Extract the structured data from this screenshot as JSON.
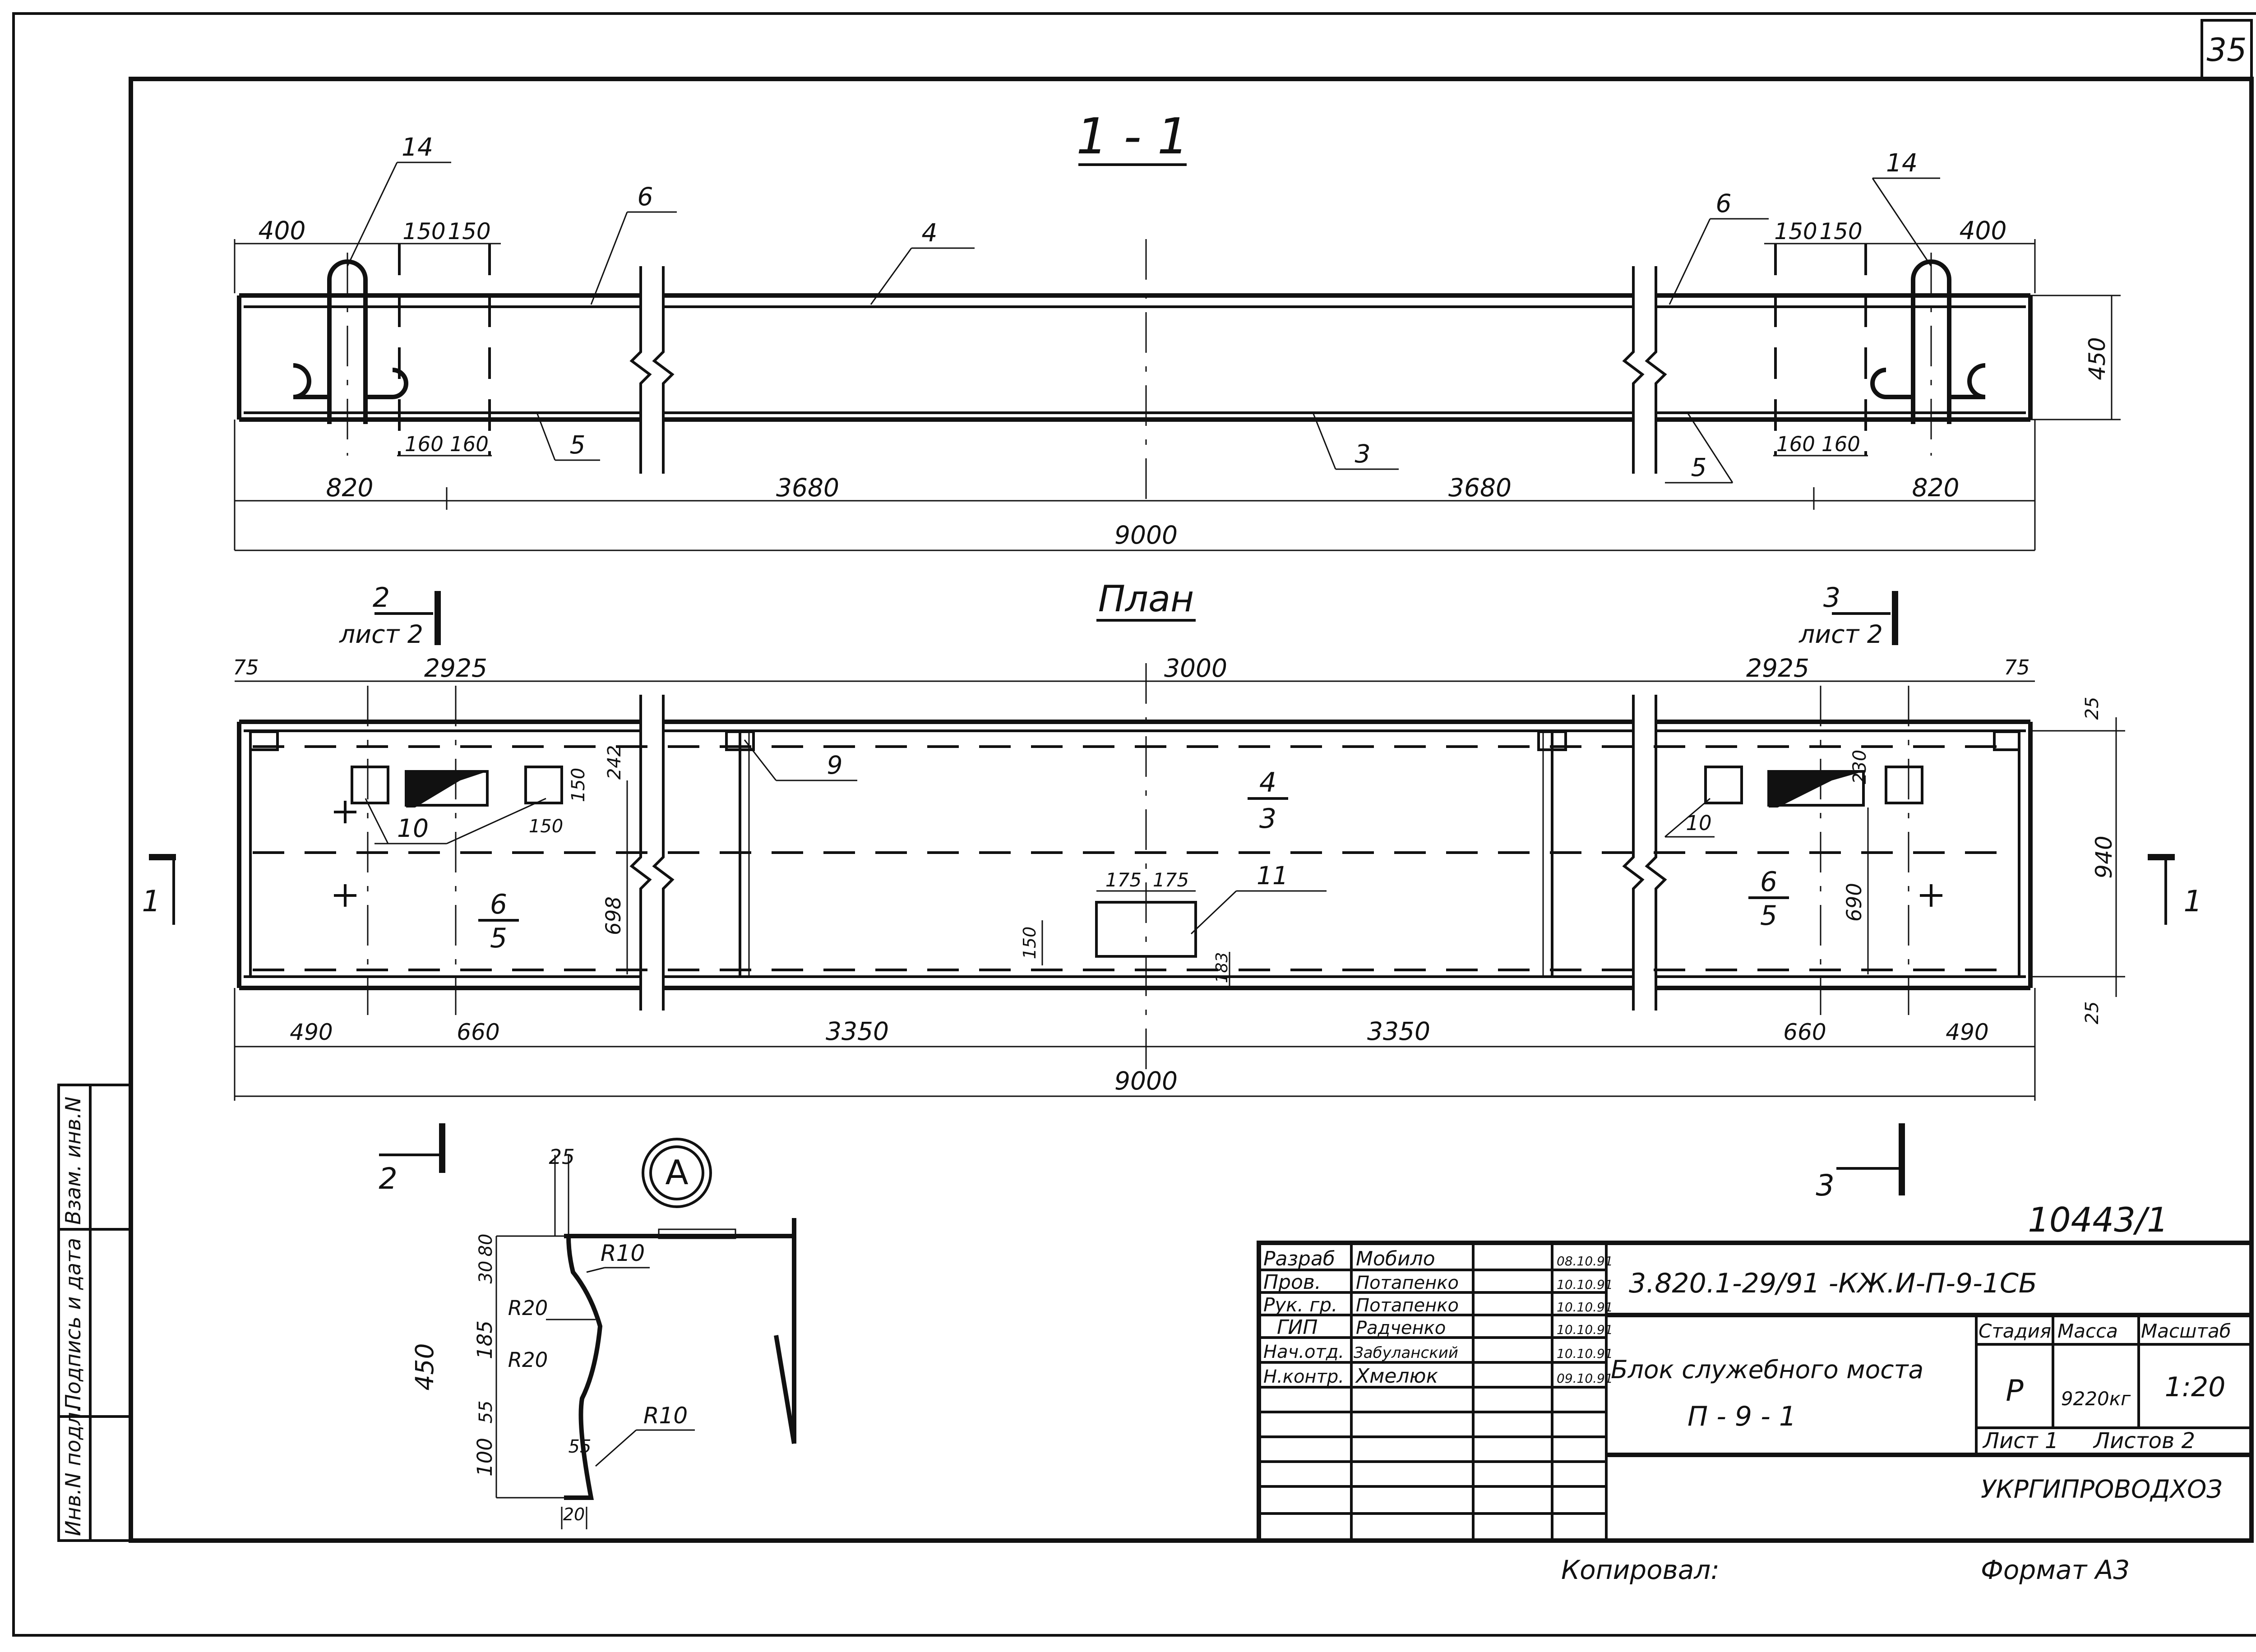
{
  "sheet_number": "35",
  "section": {
    "title": "1 - 1",
    "dims_top": [
      "400",
      "150",
      "150",
      "150",
      "150",
      "400"
    ],
    "dims_bottom": [
      "160",
      "160",
      "160",
      "160"
    ],
    "dims_spans": [
      "820",
      "3680",
      "3680",
      "820"
    ],
    "total": "9000",
    "height": "450",
    "marks": [
      "14",
      "6",
      "4",
      "6",
      "14",
      "5",
      "3",
      "5"
    ]
  },
  "plan": {
    "title": "План",
    "view_left": {
      "num": "2",
      "sheet": "лист 2"
    },
    "view_right": {
      "num": "3",
      "sheet": "лист 2"
    },
    "dims_top": [
      "75",
      "2925",
      "3000",
      "2925",
      "75"
    ],
    "dims_bottom": [
      "490",
      "660",
      "3350",
      "3350",
      "660",
      "490"
    ],
    "total": "9000",
    "dims_right": [
      "25",
      "940",
      "25"
    ],
    "inner_dims": [
      "242",
      "150",
      "150",
      "698",
      "230",
      "690",
      "175",
      "175",
      "150",
      "183"
    ],
    "fractions": [
      {
        "top": "6",
        "bottom": "5"
      },
      {
        "top": "4",
        "bottom": "3"
      },
      {
        "top": "6",
        "bottom": "5"
      }
    ],
    "marks": [
      "9",
      "10",
      "10",
      "11"
    ],
    "section_marks": [
      "1",
      "1",
      "2",
      "3"
    ]
  },
  "detail": {
    "label": "A",
    "dims": [
      "25",
      "450",
      "30",
      "80",
      "185",
      "55",
      "100",
      "55",
      "20"
    ],
    "radii": [
      "R10",
      "R20",
      "R20",
      "R10"
    ]
  },
  "title_block": {
    "doc_number": "10443/1",
    "code": "3.820.1-29/91  -КЖ.И-П-9-1СБ",
    "rows": [
      {
        "role": "Разраб",
        "name": "Мобило",
        "date": "08.10.91"
      },
      {
        "role": "Пров.",
        "name": "Потапенко",
        "date": "10.10.91"
      },
      {
        "role": "Рук. гр.",
        "name": "Потапенко",
        "date": "10.10.91"
      },
      {
        "role": "ГИП",
        "name": "Радченко",
        "date": "10.10.91"
      },
      {
        "role": "Нач.отд.",
        "name": "Забуланский",
        "date": "10.10.91"
      },
      {
        "role": "Н.контр.",
        "name": "Хмелюк",
        "date": "09.10.91"
      }
    ],
    "product_name": "Блок служебного моста",
    "product_mark": "П - 9 - 1",
    "stage_header": "Стадия",
    "mass_header": "Масса",
    "scale_header": "Масштаб",
    "stage": "Р",
    "mass": "9220кг",
    "scale": "1:20",
    "sheet": "Лист 1",
    "sheets": "Листов 2",
    "org": "УКРГИПРОВОДХОЗ",
    "copied": "Копировал:",
    "format": "Формат  А3"
  },
  "side_stamp": [
    "Инв.N подл.",
    "Подпись и дата",
    "Взам. инв.N"
  ]
}
